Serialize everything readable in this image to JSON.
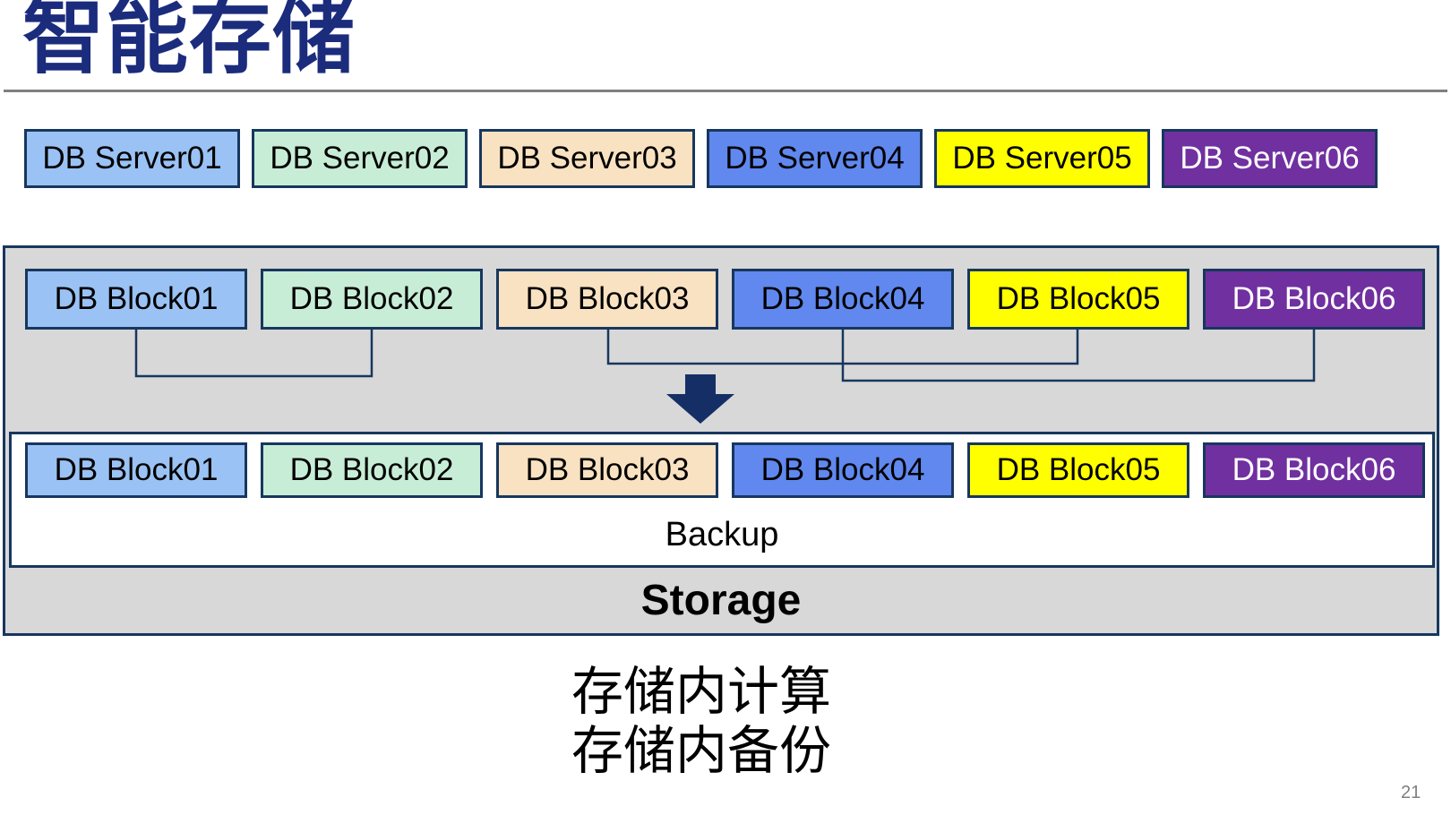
{
  "slide": {
    "title": "智能存储",
    "page_number": "21",
    "captions": {
      "line1": "存储内计算",
      "line2": "存储内备份"
    }
  },
  "palette": {
    "box_fills": [
      "#9AC2F4",
      "#C7EDD6",
      "#F9E2C1",
      "#6088EE",
      "#FFFF00",
      "#7030A0"
    ],
    "box_border": "#17375E",
    "box_text_dark": "#000000",
    "box_text_light": "#FFFFFF",
    "container_fill": "#D8D8D8",
    "connector_line": "#17375E",
    "arrow": "#152F66",
    "title_color": "#1B2C7D",
    "title_rule": "#7F7F7F",
    "page_number_color": "#808080"
  },
  "servers": [
    {
      "label": "DB Server01"
    },
    {
      "label": "DB Server02"
    },
    {
      "label": "DB Server03"
    },
    {
      "label": "DB Server04"
    },
    {
      "label": "DB Server05"
    },
    {
      "label": "DB Server06"
    }
  ],
  "storage": {
    "top_blocks": [
      {
        "label": "DB Block01"
      },
      {
        "label": "DB Block02"
      },
      {
        "label": "DB Block03"
      },
      {
        "label": "DB Block04"
      },
      {
        "label": "DB Block05"
      },
      {
        "label": "DB Block06"
      }
    ],
    "backup_blocks": [
      {
        "label": "DB Block01"
      },
      {
        "label": "DB Block02"
      },
      {
        "label": "DB Block03"
      },
      {
        "label": "DB Block04"
      },
      {
        "label": "DB Block05"
      },
      {
        "label": "DB Block06"
      }
    ],
    "backup_label": "Backup",
    "storage_label": "Storage"
  }
}
